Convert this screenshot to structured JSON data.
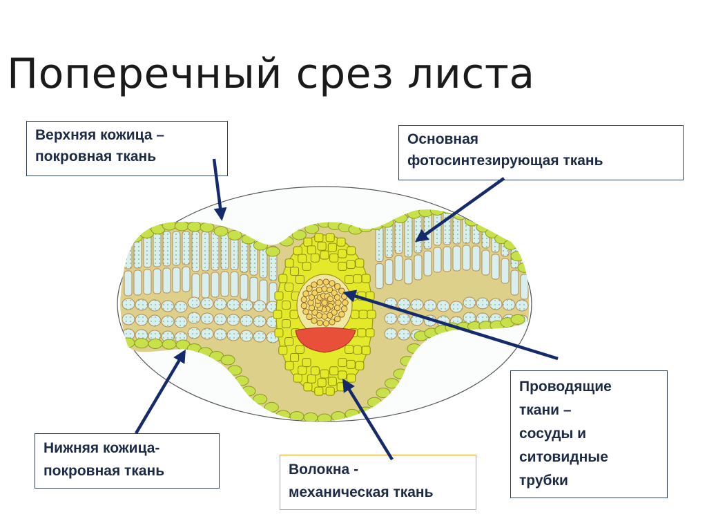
{
  "title": "Поперечный срез листа",
  "labels": {
    "upper_epidermis": [
      "Верхняя кожица –",
      "покровная ткань"
    ],
    "photosynthetic": [
      "Основная",
      "фотосинтезирующая ткань"
    ],
    "lower_epidermis": [
      "Нижняя кожица-",
      "покровная ткань"
    ],
    "fibers": [
      "Волокна -",
      "механическая ткань"
    ],
    "conducting": [
      "Проводящие",
      "ткани –",
      "сосуды и",
      "ситовидные",
      "трубки"
    ]
  },
  "colors": {
    "label_text": "#1c2a45",
    "box_border": "#2d3b5c",
    "fibers_border": "#f0a020",
    "arrow": "#142a6b",
    "epidermis": "#c8e04a",
    "mesophyll_cell": "#d8efef",
    "vein_sheath": "#e4ea2a",
    "phloem": "#e8503a"
  }
}
